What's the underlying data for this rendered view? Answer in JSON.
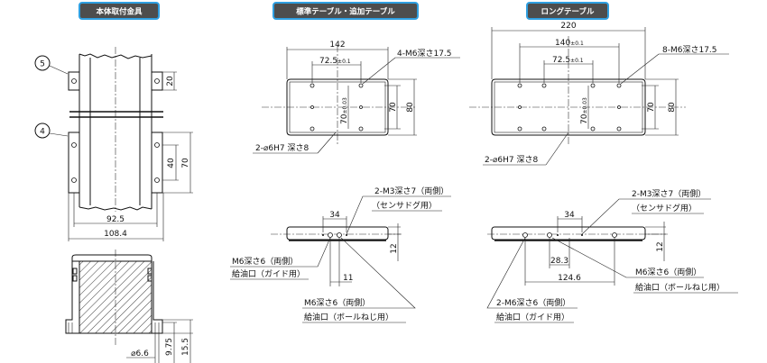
{
  "headers": {
    "mount": "本体取付金具",
    "standard": "標準テーブル・追加テーブル",
    "long": "ロングテーブル"
  },
  "mount": {
    "balloon_top": "5",
    "balloon_bottom": "4",
    "dim_20": "20",
    "dim_40": "40",
    "dim_70": "70",
    "dim_92_5": "92.5",
    "dim_108_4": "108.4",
    "dim_9_75": "9.75",
    "dim_15_5": "15.5",
    "dim_hole": "⌀6.6"
  },
  "standard": {
    "dim_length": "142",
    "dim_pitch": "72.5",
    "tol_pitch": "±0.1",
    "tapped_holes": "4-M6深さ17.5",
    "dim_70_tol": "70",
    "tol_70": "±0.03",
    "dim_70": "70",
    "dim_80": "80",
    "pin_holes": "2-⌀6H7  深さ8",
    "sensor_holes": "2-M3深さ7（両側）",
    "sensor_use": "（センサドグ用）",
    "dim_34": "34",
    "dim_12": "12",
    "guide_oil": "M6深さ6（両側）",
    "guide_oil_use": "給油口（ガイド用）",
    "dim_11": "11",
    "ball_oil": "M6深さ6（両側）",
    "ball_oil_use": "給油口（ボールねじ用）"
  },
  "long": {
    "dim_length": "220",
    "dim_pitch_140": "140",
    "tol_140": "±0.1",
    "dim_pitch": "72.5",
    "tol_pitch": "±0.1",
    "tapped_holes": "8-M6深さ17.5",
    "dim_70_tol": "70",
    "tol_70": "±0.03",
    "dim_70": "70",
    "dim_80": "80",
    "pin_holes": "2-⌀6H7  深さ8",
    "sensor_holes": "2-M3深さ7（両側）",
    "sensor_use": "（センサドグ用）",
    "dim_34": "34",
    "dim_12": "12",
    "dim_28_3": "28.3",
    "dim_124_6": "124.6",
    "ball_oil": "M6深さ6（両側）",
    "ball_oil_use": "給油口（ボールねじ用）",
    "guide_oil": "2-M6深さ6（両側）",
    "guide_oil_use": "給油口（ガイド用）"
  }
}
